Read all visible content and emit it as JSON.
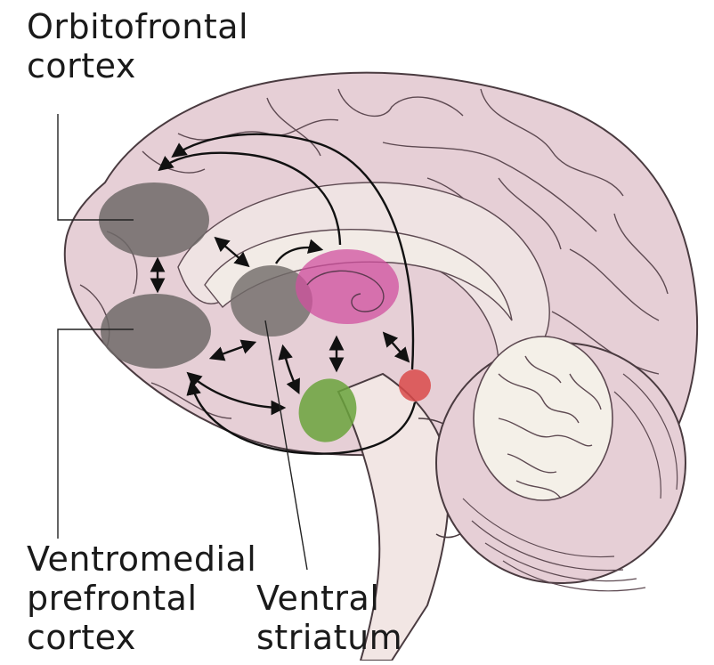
{
  "labels": {
    "orbitofrontal": [
      "Orbitofrontal",
      "cortex"
    ],
    "ventromedial": [
      "Ventromedial",
      "prefrontal",
      "cortex"
    ],
    "ventral_striatum": [
      "Ventral",
      "striatum"
    ]
  },
  "colors": {
    "brain_fill": "#e6cfd6",
    "brain_outline": "#4a3b40",
    "inner_fill": "#f2ebe6",
    "region_gray": "#6f6a68",
    "region_magenta": "#d0509f",
    "region_green": "#6aa33c",
    "region_red": "#d94a4a",
    "arrow": "#111111"
  }
}
